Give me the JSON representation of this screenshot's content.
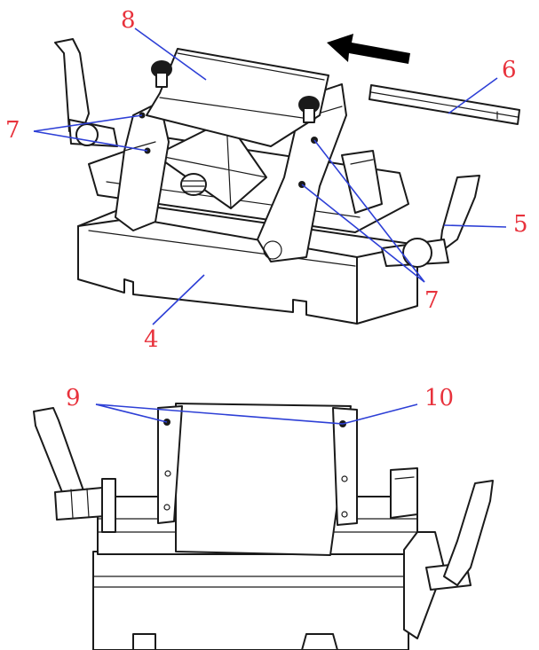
{
  "colors": {
    "number_text": "#e8323c",
    "leader_line": "#2d3fd6",
    "ink": "#1a1a1a",
    "arrow": "#000000"
  },
  "labels": {
    "n4": "4",
    "n5": "5",
    "n6": "6",
    "n7_left": "7",
    "n7_right": "7",
    "n8": "8",
    "n9": "9",
    "n10": "10"
  }
}
